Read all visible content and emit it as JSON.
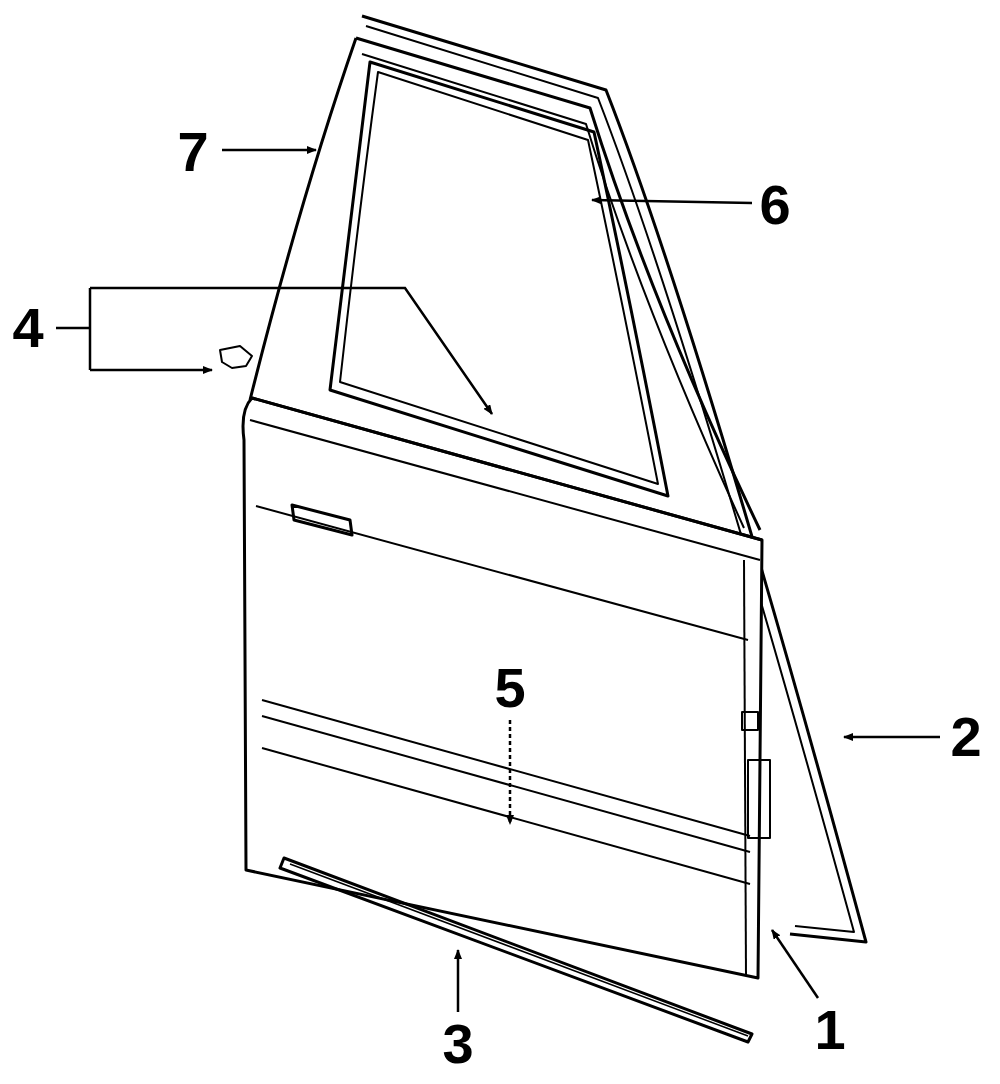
{
  "diagram": {
    "labels": [
      "7",
      "6",
      "4",
      "5",
      "2",
      "3",
      "1"
    ]
  }
}
